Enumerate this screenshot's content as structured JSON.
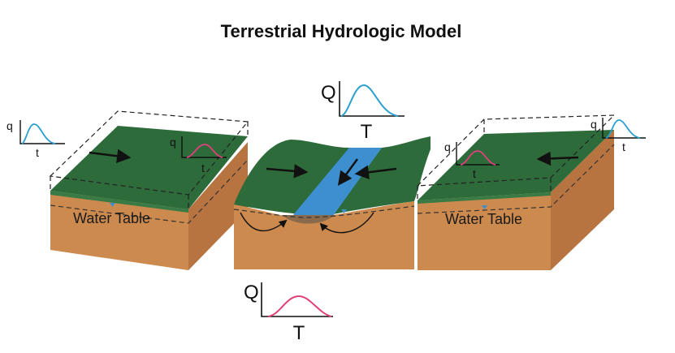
{
  "title": "Terrestrial Hydrologic Model",
  "labels": {
    "water_table_left": "Water Table",
    "water_table_right": "Water Table"
  },
  "hydrographs": {
    "top_center": {
      "y_label": "Q",
      "x_label": "T",
      "curve_color": "#2a9fd0"
    },
    "bottom_center": {
      "y_label": "Q",
      "x_label": "T",
      "curve_color": "#e0407a"
    },
    "left_outer": {
      "y_label": "q",
      "x_label": "t",
      "curve_color": "#2a9fd0"
    },
    "left_inner": {
      "y_label": "q",
      "x_label": "t",
      "curve_color": "#e0407a"
    },
    "right_inner": {
      "y_label": "q",
      "x_label": "t",
      "curve_color": "#e0407a"
    },
    "right_outer": {
      "y_label": "q",
      "x_label": "t",
      "curve_color": "#2a9fd0"
    }
  },
  "colors": {
    "grass": "#2e6b3a",
    "soil": "#cd8a4f",
    "soil_side": "#b87440",
    "stream": "#3d8fcf",
    "streambed": "#8a6a4a"
  }
}
